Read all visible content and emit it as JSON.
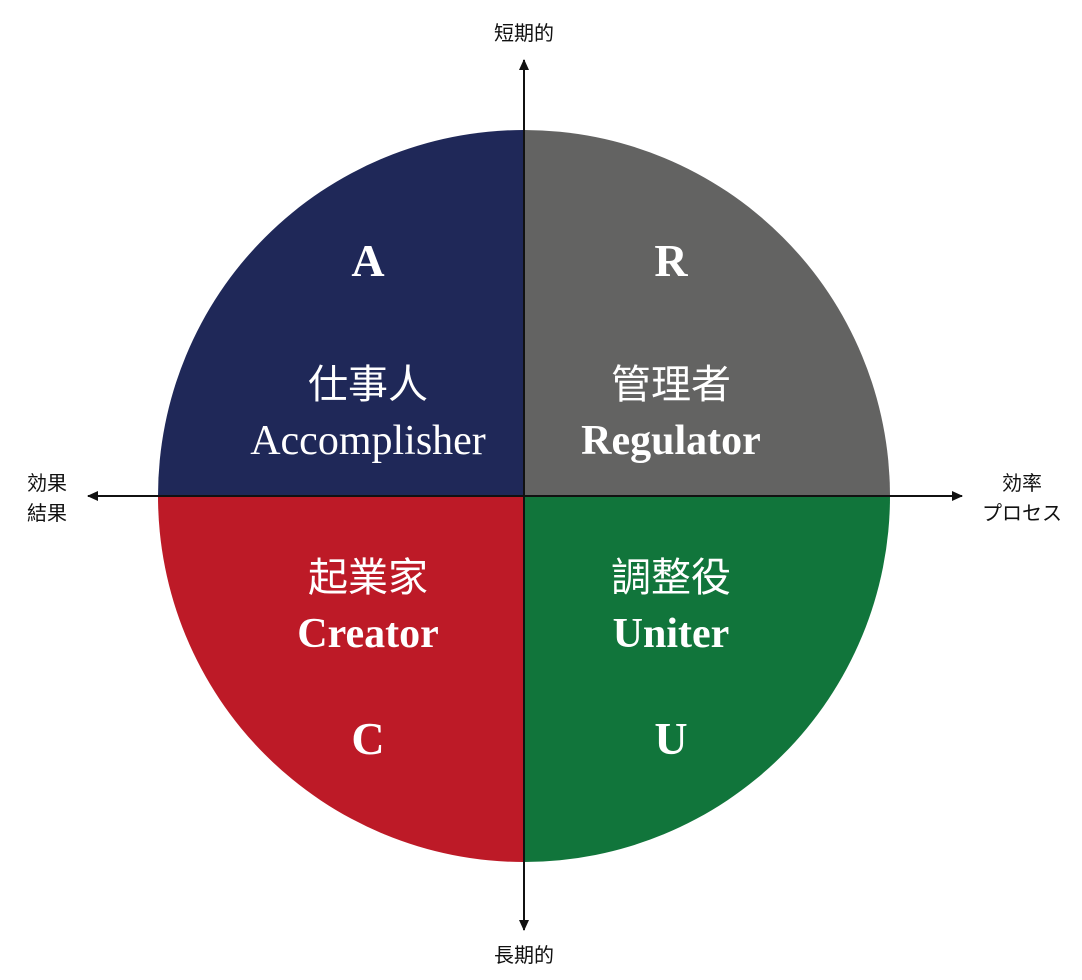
{
  "axes": {
    "top": "短期的",
    "bottom": "長期的",
    "left": [
      "効果",
      "結果"
    ],
    "right": [
      "効率",
      "プロセス"
    ]
  },
  "quadrants": {
    "accomplisher": {
      "letter": "A",
      "jp": "仕事人",
      "en": "Accomplisher",
      "color": "#1f2858"
    },
    "regulator": {
      "letter": "R",
      "jp": "管理者",
      "en": "Regulator",
      "color": "#636362"
    },
    "creator": {
      "letter": "C",
      "jp": "起業家",
      "en": "Creator",
      "color": "#bd1a27"
    },
    "uniter": {
      "letter": "U",
      "jp": "調整役",
      "en": "Uniter",
      "color": "#11753b"
    }
  }
}
